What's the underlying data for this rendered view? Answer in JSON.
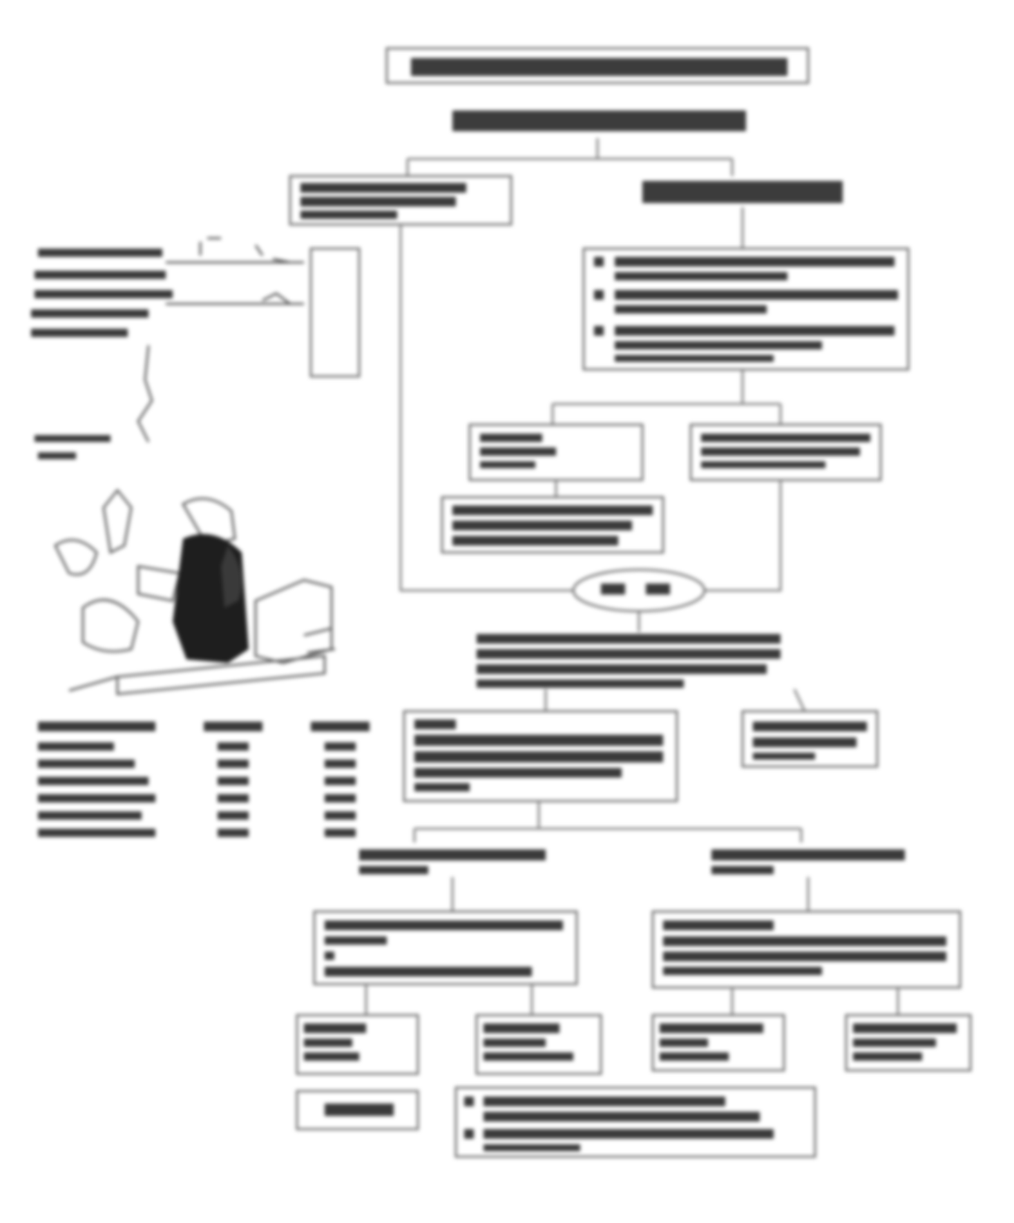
{
  "title": "",
  "subtitle": "",
  "boxes": [
    {
      "id": "top-left-branch",
      "label": ""
    },
    {
      "id": "top-right-branch",
      "label": ""
    },
    {
      "id": "check-list",
      "label": ""
    },
    {
      "id": "mid-left",
      "label": ""
    },
    {
      "id": "mid-right",
      "label": ""
    },
    {
      "id": "lower-left-action",
      "label": ""
    },
    {
      "id": "oval-decision",
      "label": ""
    },
    {
      "id": "bottom-branch-left",
      "label": ""
    },
    {
      "id": "bottom-branch-right",
      "label": ""
    },
    {
      "id": "step-left",
      "label": ""
    },
    {
      "id": "step-right",
      "label": ""
    },
    {
      "id": "end-1",
      "label": ""
    },
    {
      "id": "end-2",
      "label": ""
    },
    {
      "id": "end-3",
      "label": ""
    },
    {
      "id": "end-4",
      "label": ""
    },
    {
      "id": "final-left",
      "label": ""
    },
    {
      "id": "final-right",
      "label": ""
    }
  ],
  "spec_table": {
    "headers": [
      "",
      "",
      ""
    ],
    "rows": []
  },
  "colors": {
    "ink": "#2a2a2a",
    "lines": "#6a6a6a",
    "background": "#ffffff"
  }
}
